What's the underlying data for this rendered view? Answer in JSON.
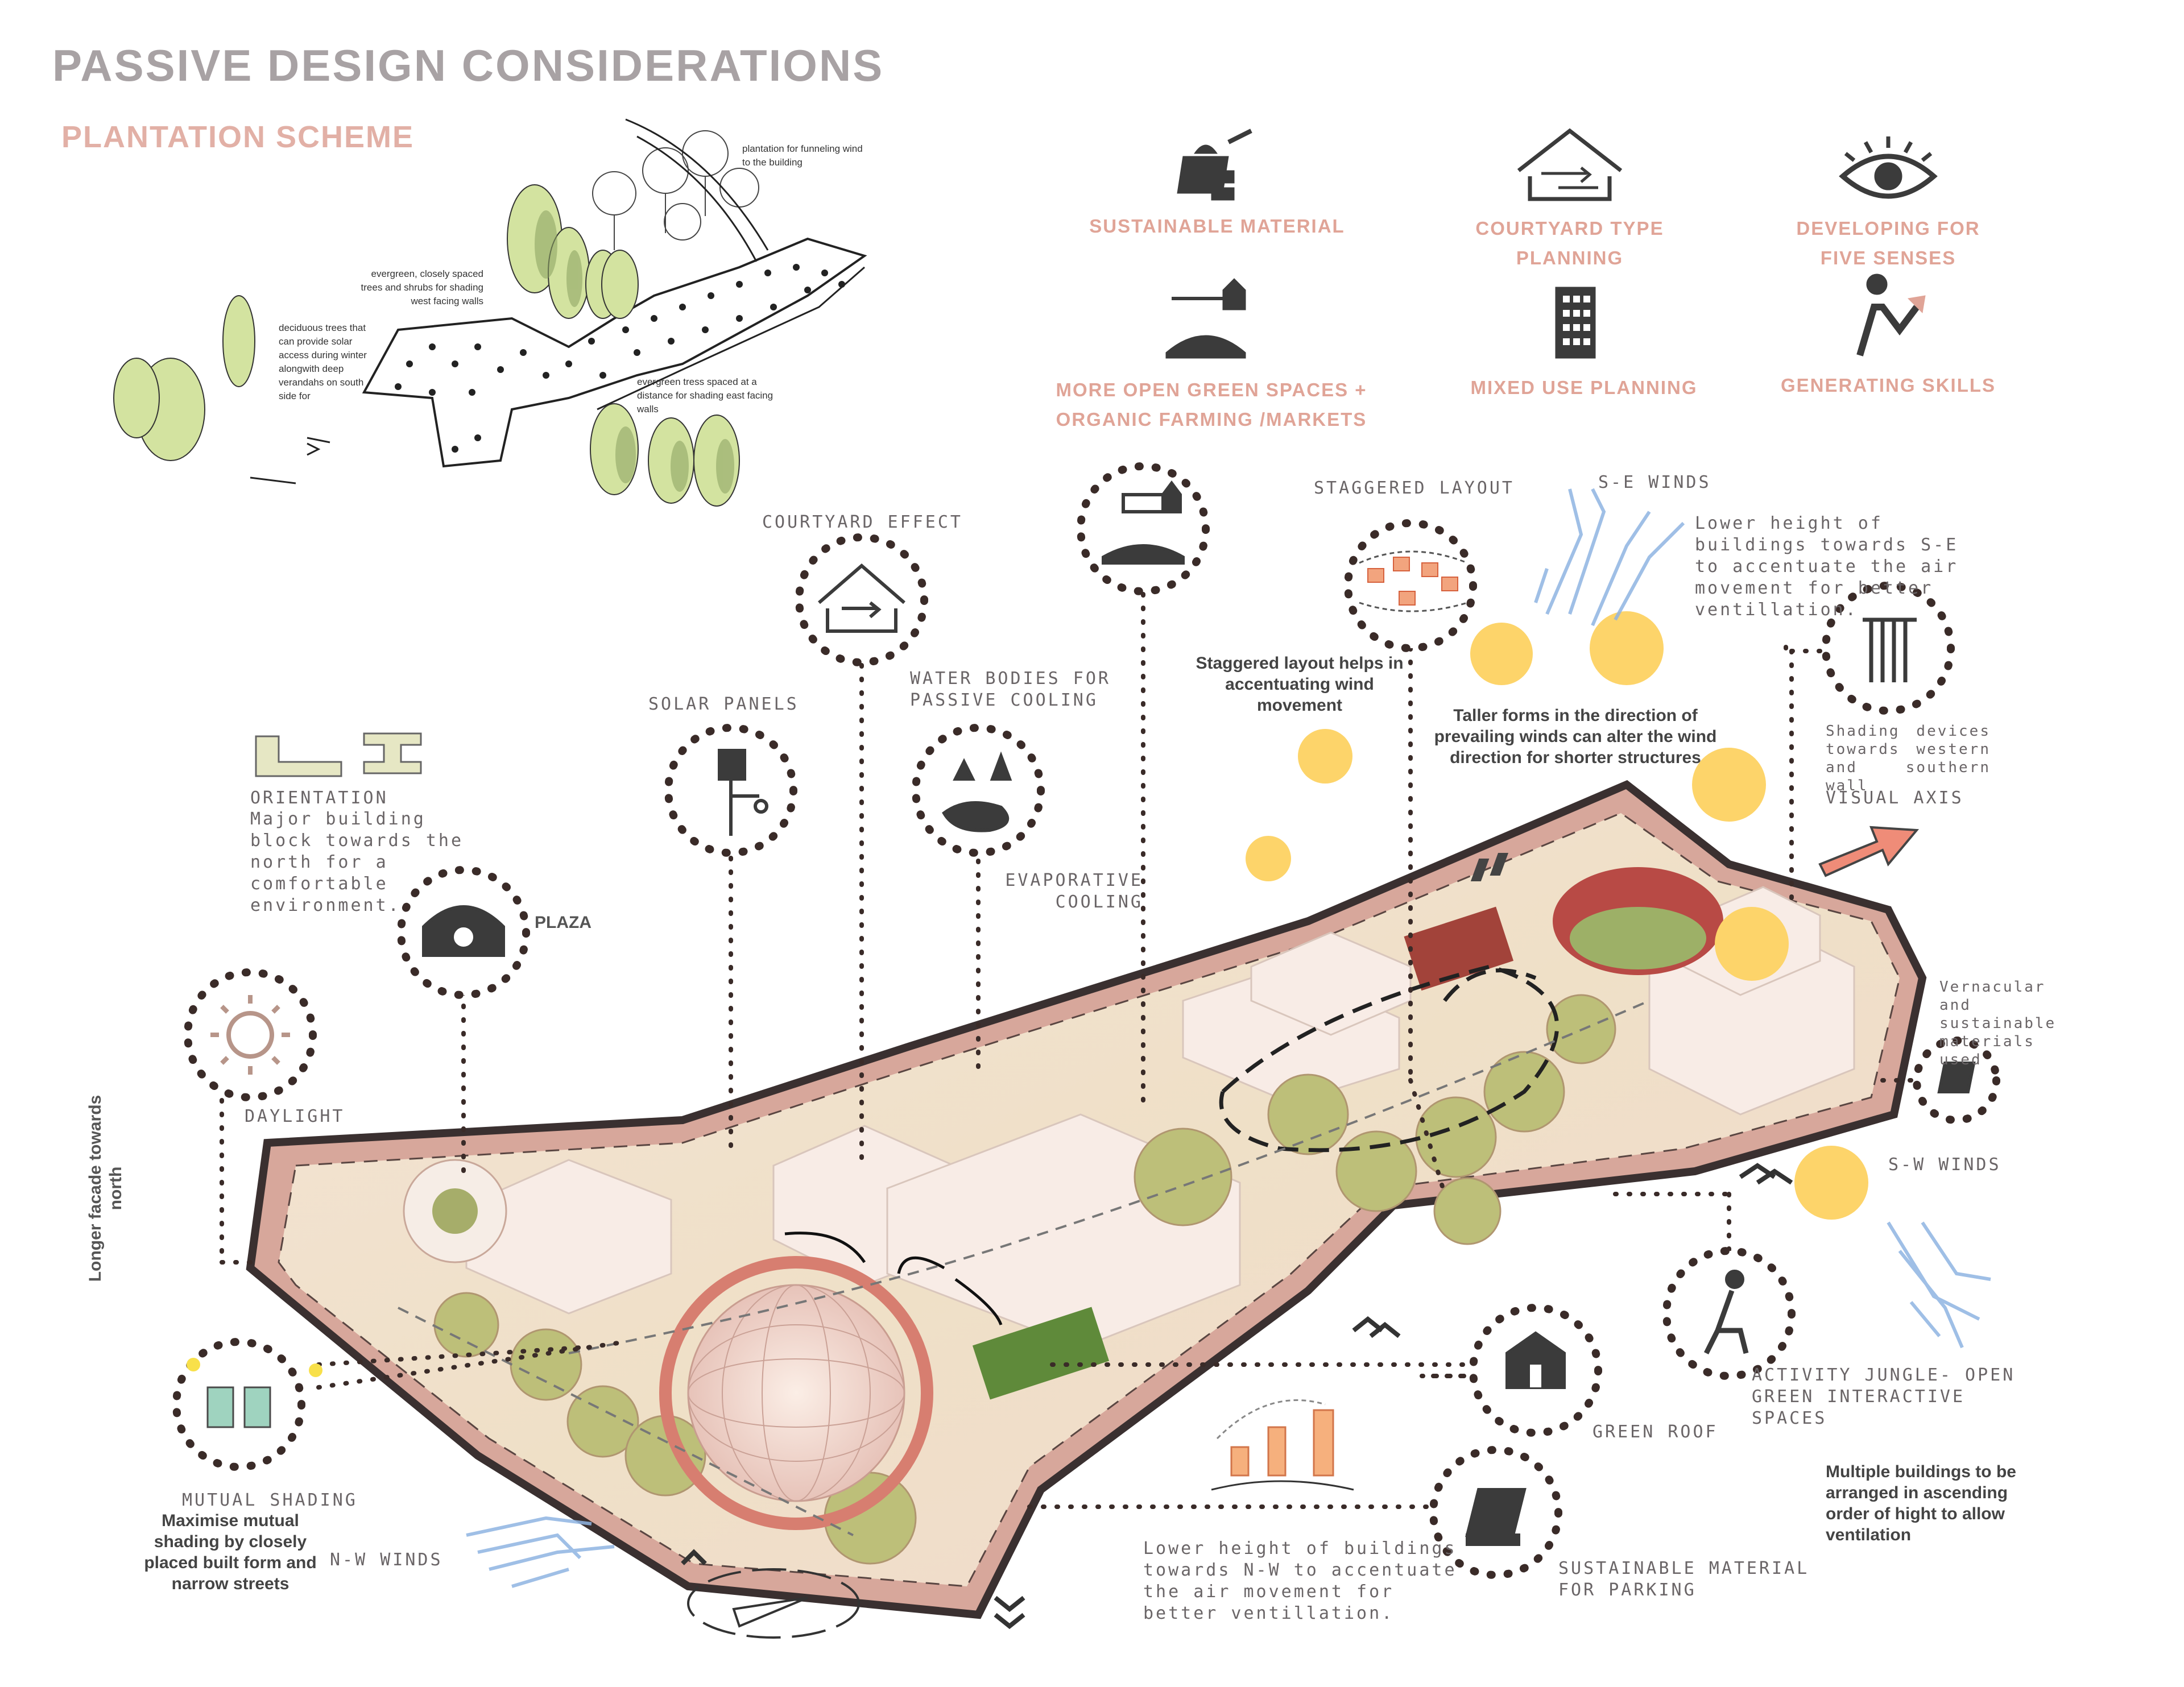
{
  "header": {
    "title": "PASSIVE DESIGN CONSIDERATIONS",
    "subtitle": "PLANTATION SCHEME"
  },
  "plantation_notes": {
    "funnel": "plantation for funneling wind to the building",
    "evergreen_west": "evergreen, closely spaced trees and shrubs for shading west facing walls",
    "deciduous": "deciduous trees that can provide solar access during winter alongwith deep verandahs on south side for",
    "evergreen_east": "evergreen tress spaced at a distance for shading east facing walls"
  },
  "legend": {
    "sustainable_material": "SUSTAINABLE MATERIAL",
    "courtyard_planning": "COURTYARD TYPE PLANNING",
    "five_senses": "DEVELOPING FOR FIVE SENSES",
    "open_green": "MORE OPEN GREEN SPACES + ORGANIC FARMING /MARKETS",
    "mixed_use": "MIXED USE PLANNING",
    "skills": "GENERATING SKILLS"
  },
  "callouts": {
    "courtyard_effect": "COURTYARD EFFECT",
    "staggered_layout": "STAGGERED LAYOUT",
    "se_winds": "S-E WINDS",
    "se_note": "Lower height of buildings towards S-E to accentuate the air movement for better ventillation.",
    "staggered_note": "Staggered layout helps in accentuating wind movement",
    "taller_note": "Taller forms in the direction of prevailing winds can alter the wind direction for shorter structures",
    "water_bodies": "WATER BODIES FOR PASSIVE COOLING",
    "solar_panels": "SOLAR PANELS",
    "shading_devices": "Shading devices towards western and southern wall",
    "visual_axis": "VISUAL AXIS",
    "orientation": "ORIENTATION",
    "orientation_note": "Major building block towards the north for a comfortable environment.",
    "plaza": "PLAZA",
    "evaporative": "EVAPORATIVE COOLING",
    "daylight": "DAYLIGHT",
    "longer_facade": "Longer facade towards north",
    "vernacular": "Vernacular and sustainable materials used",
    "sw_winds": "S-W WINDS",
    "activity_jungle": "ACTIVITY JUNGLE- OPEN GREEN INTERACTIVE SPACES",
    "green_roof": "GREEN ROOF",
    "mutual_shading": "MUTUAL SHADING",
    "mutual_note": "Maximise mutual shading by closely placed built form and narrow streets",
    "nw_winds": "N-W WINDS",
    "nw_note": "Lower height of buildings towards N-W to accentuate the air movement for better ventillation.",
    "parking_material": "SUSTAINABLE MATERIAL FOR PARKING",
    "ascending_note": "Multiple buildings to be arranged in ascending order of hight to allow ventilation"
  },
  "colors": {
    "title": "#a8a2a4",
    "accent": "#e0a497",
    "site_border": "#c58f82",
    "sun": "#fdd46a",
    "icon": "#3b3b3b",
    "dots": "#3a2b28"
  }
}
